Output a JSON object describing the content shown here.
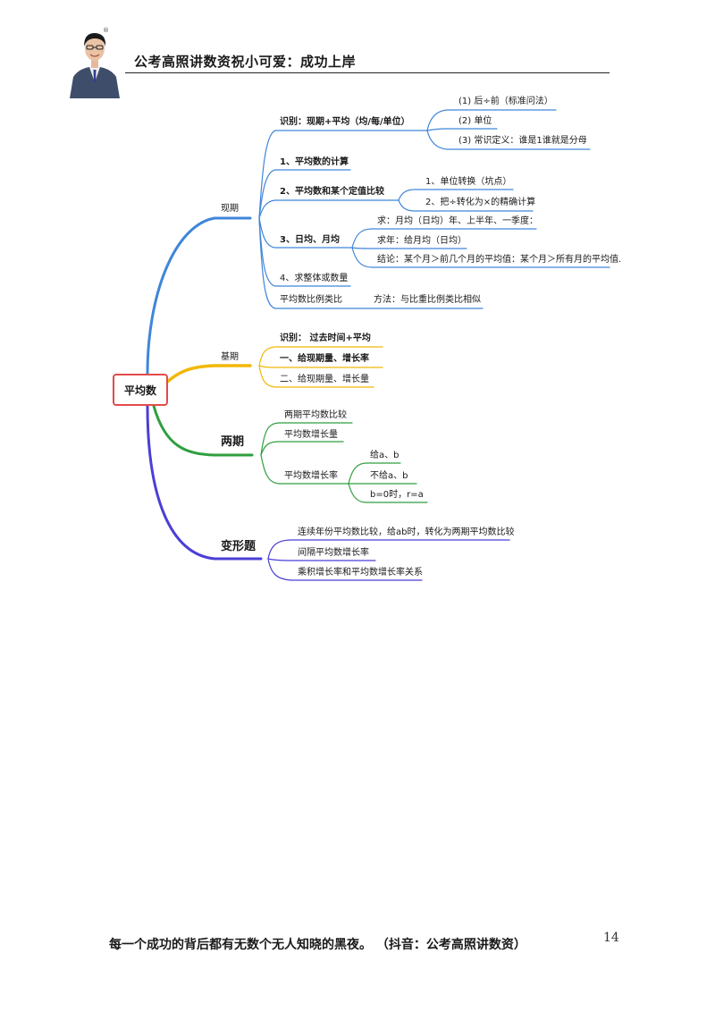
{
  "header": {
    "title": "公考高照讲数资祝小可爱：成功上岸",
    "registered_mark": "®"
  },
  "mindmap": {
    "root": "平均数",
    "branches": [
      {
        "label": "现期",
        "color": "#3f86d9",
        "children": [
          {
            "label": "识别：现期+平均（均/每/单位）",
            "children": [
              "(1) 后÷前（标准问法）",
              "(2) 单位",
              "(3) 常识定义：谁是1谁就是分母"
            ]
          },
          {
            "label": "1、平均数的计算",
            "children": []
          },
          {
            "label": "2、平均数和某个定值比较",
            "children": [
              "1、单位转换（坑点）",
              "2、把÷转化为×的精确计算"
            ]
          },
          {
            "label": "3、日均、月均",
            "children": [
              "求：月均（日均）年、上半年、一季度：",
              "求年：给月均（日均）",
              "结论：某个月＞前几个月的平均值：某个月＞所有月的平均值."
            ]
          },
          {
            "label": "4、求整体或数量",
            "children": []
          },
          {
            "label": "平均数比例类比",
            "children": [
              "方法：与比重比例类比相似"
            ]
          }
        ]
      },
      {
        "label": "基期",
        "color": "#f2b705",
        "children": [
          {
            "label": "识别： 过去时间+平均",
            "children": []
          },
          {
            "label": "一、给现期量、增长率",
            "children": []
          },
          {
            "label": "二、给现期量、增长量",
            "children": []
          }
        ]
      },
      {
        "label": "两期",
        "color": "#2e9e3e",
        "children": [
          {
            "label": "两期平均数比较",
            "children": []
          },
          {
            "label": "平均数增长量",
            "children": []
          },
          {
            "label": "平均数增长率",
            "children": [
              "给a、b",
              "不给a、b",
              "b=0时，r=a"
            ]
          }
        ]
      },
      {
        "label": "变形题",
        "color": "#4a3fd6",
        "children": [
          {
            "label": "连续年份平均数比较，给ab时，转化为两期平均数比较",
            "children": []
          },
          {
            "label": "间隔平均数增长率",
            "children": []
          },
          {
            "label": "乘积增长率和平均数增长率关系",
            "children": []
          }
        ]
      }
    ]
  },
  "footer": {
    "text": "每一个成功的背后都有无数个无人知晓的黑夜。 （抖音：公考高照讲数资）",
    "page_number": "14"
  }
}
